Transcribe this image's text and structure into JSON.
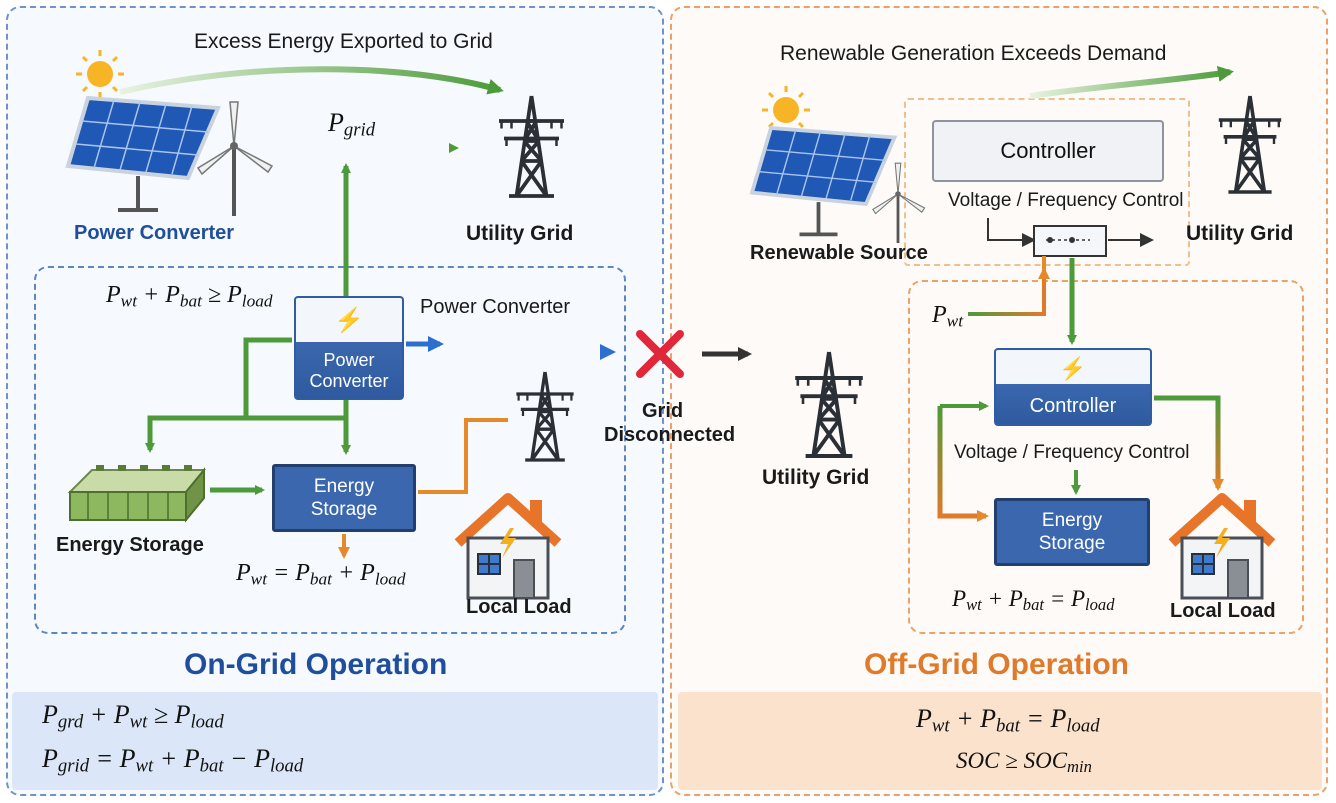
{
  "on_grid": {
    "title": "On-Grid Operation",
    "export_label": "Excess Energy Exported to Grid",
    "p_grid_label": {
      "base": "P",
      "sub": "grid"
    },
    "power_converter_caption": "Power Converter",
    "utility_grid_label": "Utility Grid",
    "eq_top": {
      "p1": "P",
      "s1": "wt",
      "op1": " + ",
      "p2": "P",
      "s2": "bat",
      "op2": " ≥ ",
      "p3": "P",
      "s3": "load"
    },
    "converter_box": {
      "line1": "Power",
      "line2": "Converter"
    },
    "converter_arrow_label": "Power Converter",
    "storage_box": {
      "line1": "Energy",
      "line2": "Storage"
    },
    "storage_caption": "Energy Storage",
    "eq_mid": {
      "p1": "P",
      "s1": "wt",
      "op1": " = ",
      "p2": "P",
      "s2": "bat",
      "op2": " + ",
      "p3": "P",
      "s3": "load"
    },
    "local_load_label": "Local Load"
  },
  "center": {
    "disconnect_label_1": "Grid",
    "disconnect_label_2": "Disconnected",
    "utility_grid_label": "Utility Grid"
  },
  "off_grid": {
    "title": "Off-Grid Operation",
    "top_label": "Renewable Generation Exceeds Demand",
    "controller_top": "Controller",
    "vf_control_top": "Voltage / Frequency Control",
    "renewable_source_label": "Renewable Source",
    "utility_grid_label": "Utility Grid",
    "p_wt_label": {
      "base": "P",
      "sub": "wt"
    },
    "controller_box": "Controller",
    "vf_control_mid": "Voltage / Frequency Control",
    "storage_box": {
      "line1": "Energy",
      "line2": "Storage"
    },
    "eq_mid": {
      "p1": "P",
      "s1": "wt",
      "op1": " + ",
      "p2": "P",
      "s2": "bat",
      "op2": " = ",
      "p3": "P",
      "s3": "load"
    },
    "local_load_label": "Local Load"
  },
  "bottom_left": {
    "eq1": {
      "p1": "P",
      "s1": "grd",
      "op1": " + ",
      "p2": "P",
      "s2": "wt",
      "op2": " ≥ ",
      "p3": "P",
      "s3": "load"
    },
    "eq2": {
      "p1": "P",
      "s1": "grid",
      "op1": " = ",
      "p2": "P",
      "s2": "wt",
      "op2": " + ",
      "p3": "P",
      "s3": "bat",
      "op3": " − ",
      "p4": "P",
      "s4": "load"
    }
  },
  "bottom_right": {
    "eq1": {
      "p1": "P",
      "s1": "wt",
      "op1": " + ",
      "p2": "P",
      "s2": "bat",
      "op2": " = ",
      "p3": "P",
      "s3": "load"
    },
    "eq2": {
      "a": "SOC",
      "op": " ≥ ",
      "b": "SOC",
      "bs": "min"
    }
  },
  "colors": {
    "on_grid_accent": "#1f4e9c",
    "off_grid_accent": "#e07a2a",
    "flow_green": "#4c9a3a",
    "flow_blue": "#2d6fd0",
    "flow_orange": "#e58a2a",
    "disconnect_red": "#e0283a",
    "box_blue": "#3a67ad"
  }
}
